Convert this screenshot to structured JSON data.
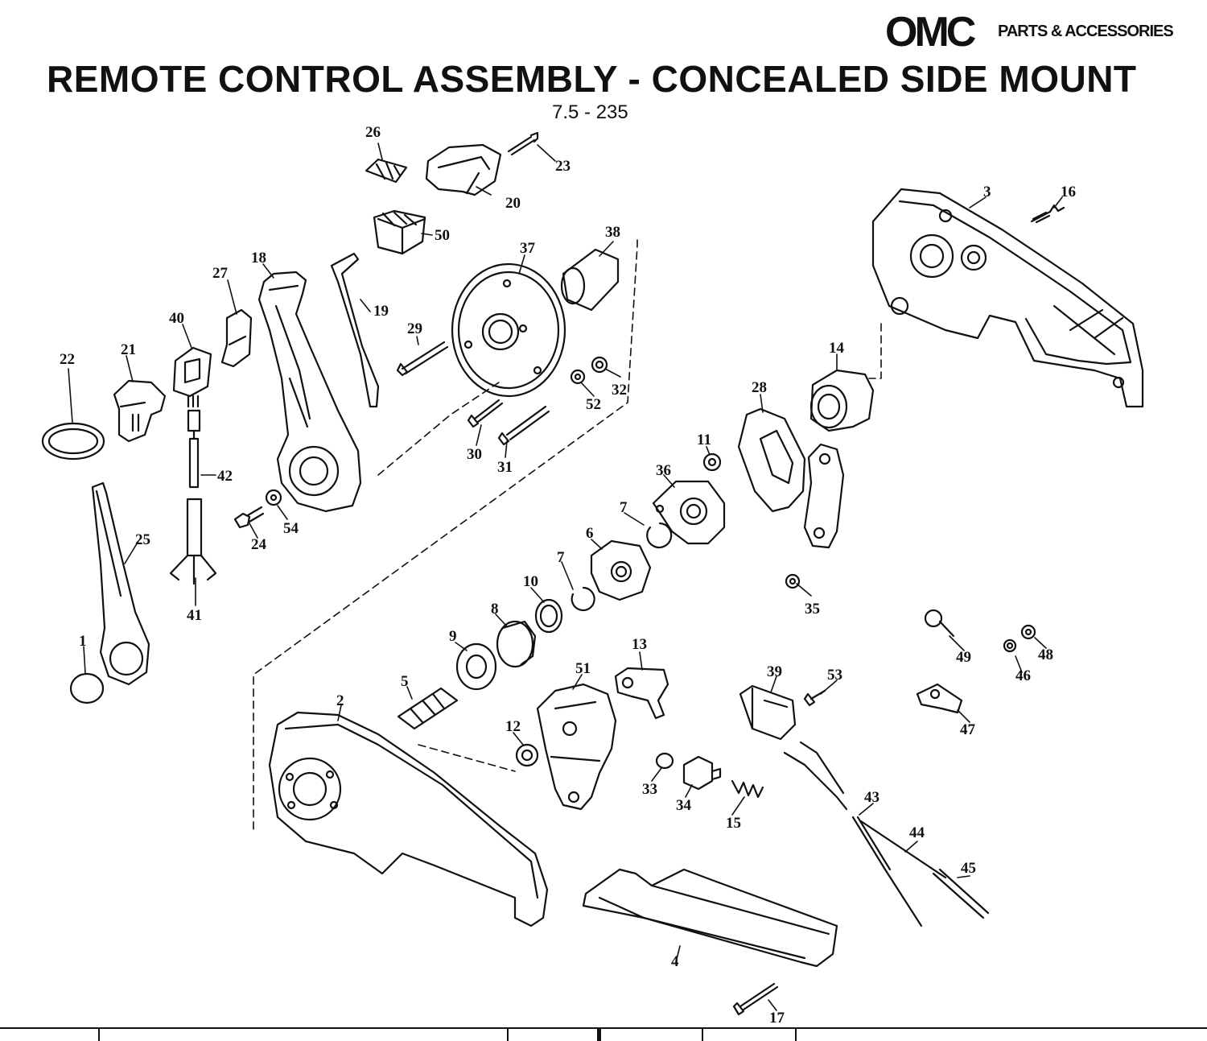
{
  "brand": {
    "logo": "OMC",
    "tagline": "PARTS & ACCESSORIES"
  },
  "title": "REMOTE CONTROL ASSEMBLY - CONCEALED SIDE MOUNT",
  "subtitle": "7.5 - 235",
  "callouts": [
    "1",
    "2",
    "3",
    "4",
    "5",
    "6",
    "7",
    "7",
    "8",
    "9",
    "10",
    "11",
    "12",
    "13",
    "14",
    "15",
    "16",
    "17",
    "18",
    "19",
    "20",
    "21",
    "22",
    "23",
    "24",
    "25",
    "26",
    "27",
    "28",
    "29",
    "30",
    "31",
    "32",
    "33",
    "34",
    "35",
    "36",
    "37",
    "38",
    "39",
    "40",
    "41",
    "42",
    "43",
    "44",
    "45",
    "46",
    "47",
    "48",
    "49",
    "50",
    "51",
    "52",
    "53",
    "54"
  ]
}
